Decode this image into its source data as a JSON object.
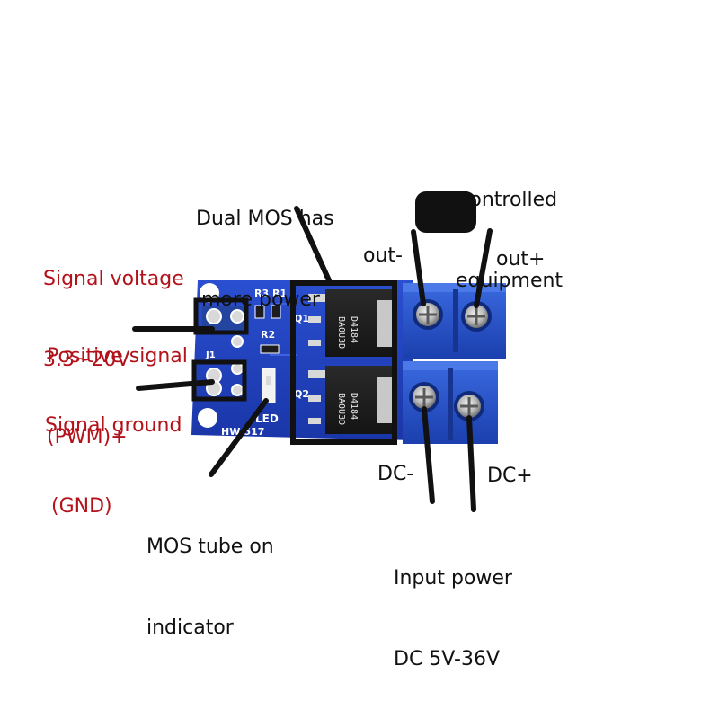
{
  "labels": {
    "signal_voltage": [
      "Signal voltage",
      "3.3~20V"
    ],
    "positive_signal": [
      "Positive signal",
      "(PWM)+"
    ],
    "signal_ground": [
      "Signal ground",
      " (GND)"
    ],
    "dual_mos": [
      "Dual MOS has",
      "more power"
    ],
    "controlled_equipment": [
      "Controlled",
      "equipment"
    ],
    "out_minus": "out-",
    "out_plus": "out+",
    "dc_minus": "DC-",
    "dc_plus": "DC+",
    "mos_indicator": [
      "MOS tube on",
      "indicator"
    ],
    "input_power": [
      "Input power",
      "DC 5V-36V"
    ]
  },
  "board": {
    "silkscreen": {
      "r3": "R3",
      "r1": "R1",
      "r2": "R2",
      "q1": "Q1",
      "q2": "Q2",
      "led": "LED",
      "model": "HW-517",
      "j1": "J1"
    },
    "mosfet_marking": [
      "D4184",
      "BA0U3D"
    ]
  },
  "colors": {
    "board_blue": "#1f3fb8",
    "terminal_blue": "#2350c8",
    "label_red": "#b3121a",
    "label_black": "#111111"
  }
}
